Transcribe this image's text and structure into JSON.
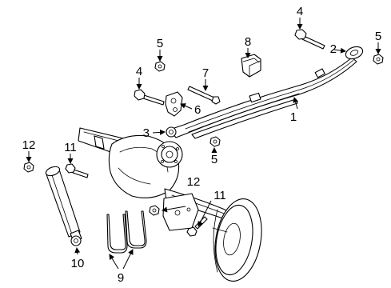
{
  "diagram": {
    "callouts": {
      "c1": "1",
      "c2": "2",
      "c3": "3",
      "c4a": "4",
      "c4b": "4",
      "c5a": "5",
      "c5b": "5",
      "c5c": "5",
      "c6": "6",
      "c7": "7",
      "c8": "8",
      "c9": "9",
      "c10": "10",
      "c11a": "11",
      "c11b": "11",
      "c12a": "12",
      "c12b": "12"
    }
  }
}
